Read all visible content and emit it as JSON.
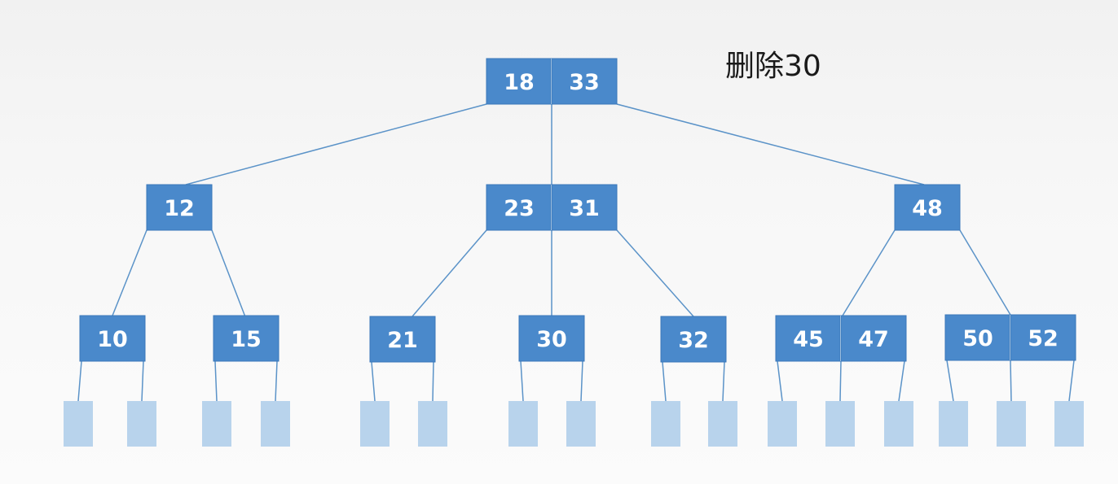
{
  "caption": "删除30",
  "colors": {
    "node_fill": "#4a89cb",
    "node_border": "#3a78ba",
    "leaf_fill": "#b8d3ec",
    "edge": "#5b93c8",
    "key_text": "#ffffff"
  },
  "tree": {
    "root": {
      "keys": [
        "18",
        "33"
      ]
    },
    "level1": [
      {
        "keys": [
          "12"
        ]
      },
      {
        "keys": [
          "23",
          "31"
        ]
      },
      {
        "keys": [
          "48"
        ]
      }
    ],
    "level2": [
      {
        "keys": [
          "10"
        ],
        "parent": 0
      },
      {
        "keys": [
          "15"
        ],
        "parent": 0
      },
      {
        "keys": [
          "21"
        ],
        "parent": 1
      },
      {
        "keys": [
          "30"
        ],
        "parent": 1
      },
      {
        "keys": [
          "32"
        ],
        "parent": 1
      },
      {
        "keys": [
          "45",
          "47"
        ],
        "parent": 2
      },
      {
        "keys": [
          "50",
          "52"
        ],
        "parent": 2
      }
    ]
  }
}
